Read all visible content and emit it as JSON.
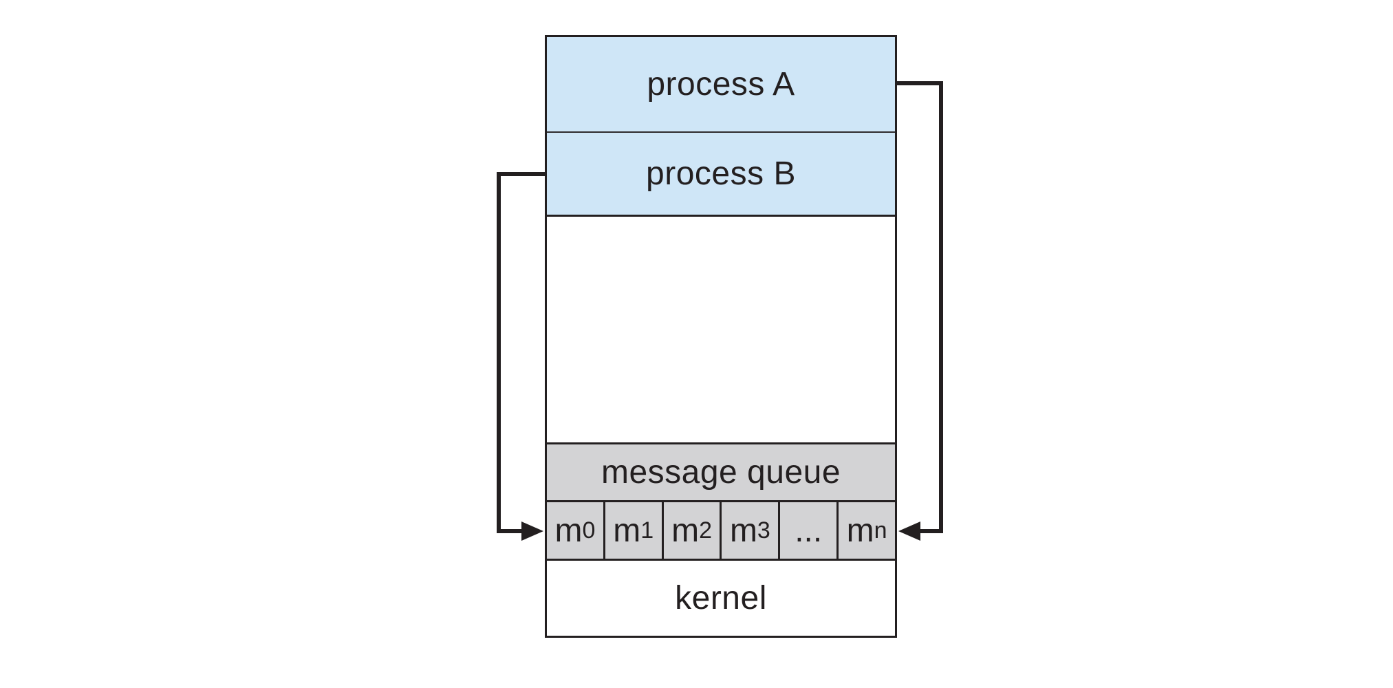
{
  "diagram": {
    "process_a_label": "process A",
    "process_b_label": "process B",
    "message_queue_label": "message queue",
    "kernel_label": "kernel",
    "queue_cells": [
      {
        "base": "m",
        "sub": "0"
      },
      {
        "base": "m",
        "sub": "1"
      },
      {
        "base": "m",
        "sub": "2"
      },
      {
        "base": "m",
        "sub": "3"
      },
      {
        "base": "...",
        "sub": ""
      },
      {
        "base": "m",
        "sub": "n"
      }
    ],
    "colors": {
      "process_fill": "#cfe6f7",
      "queue_fill": "#d3d3d5",
      "line": "#231f20",
      "background": "#ffffff"
    }
  }
}
